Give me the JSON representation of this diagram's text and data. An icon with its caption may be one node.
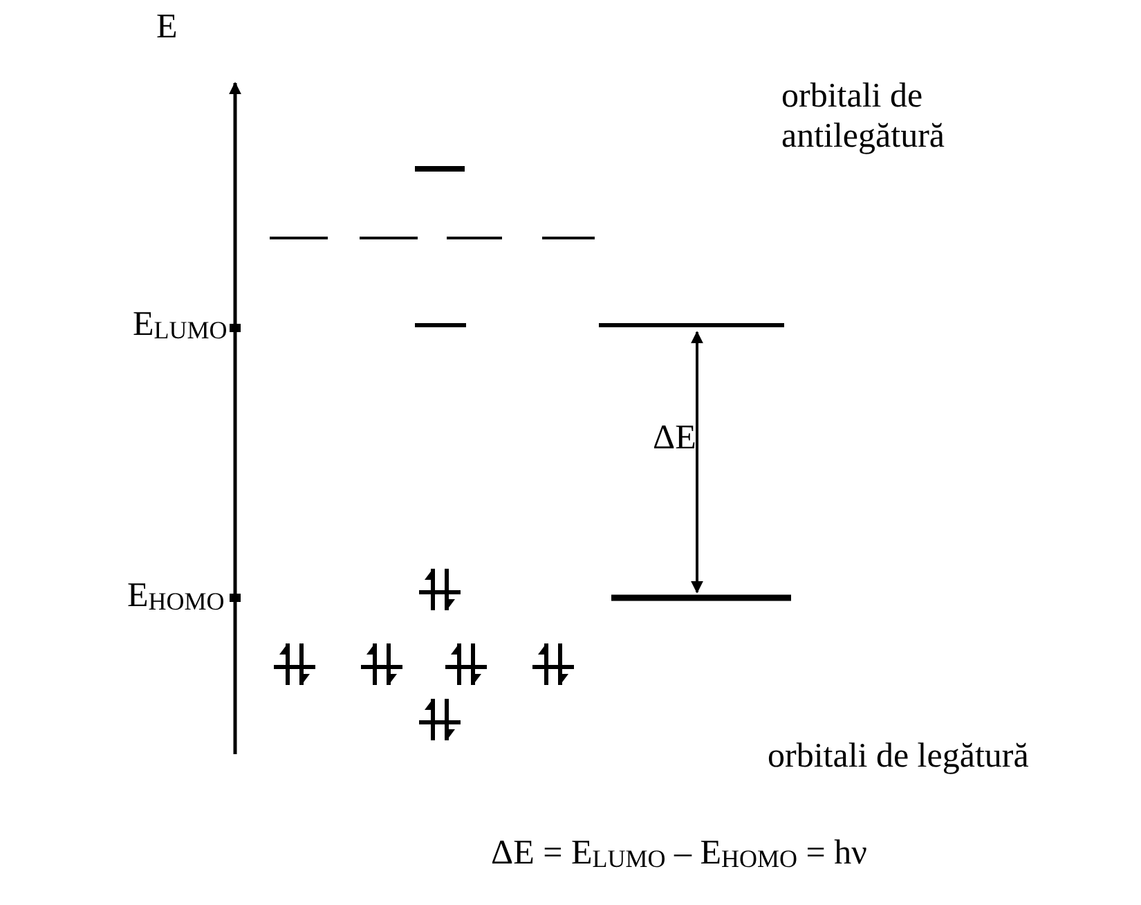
{
  "diagram": {
    "labels": [
      "E",
      "orbitali de antilegătură",
      "E$_{LUMO}$",
      "ΔE",
      "E$_{HOMO}$",
      "orbitali de legătură",
      "ΔE = E$_{LUMO}$ – E$_{HOMO}$ = hν"
    ]
  }
}
